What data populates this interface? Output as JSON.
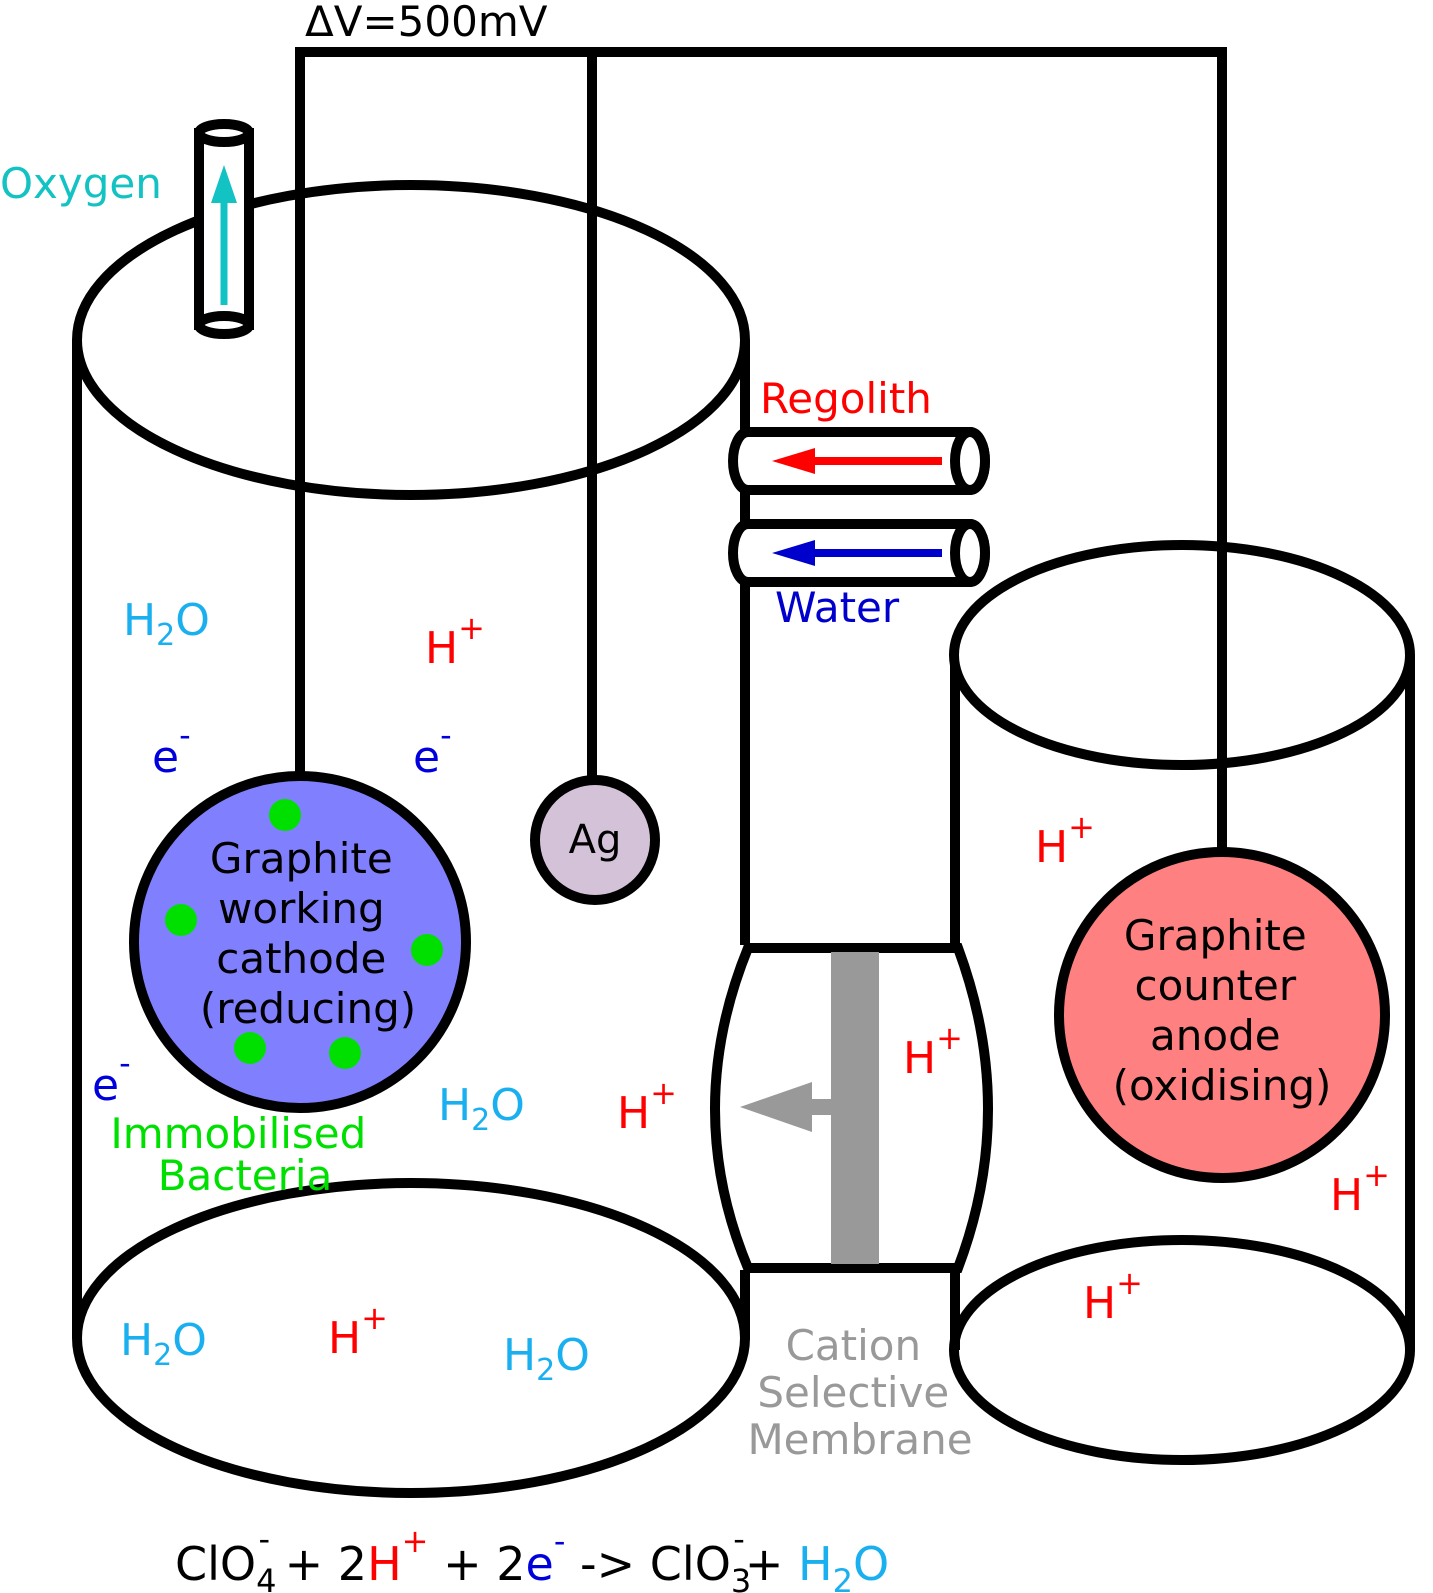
{
  "voltage": "ΔV=500mV",
  "labels": {
    "oxygen": "Oxygen",
    "regolith": "Regolith",
    "water": "Water",
    "ag": "Ag",
    "cathode": [
      "Graphite",
      "working",
      "cathode",
      "(reducing)"
    ],
    "anode": [
      "Graphite",
      "counter",
      "anode",
      "(oxidising)"
    ],
    "bacteria": [
      "Immobilised",
      "Bacteria"
    ],
    "membrane": [
      "Cation",
      "Selective",
      "Membrane"
    ]
  },
  "chem": {
    "h2o_main": "H",
    "h2o_sub": "2",
    "h2o_o": "O",
    "hplus_main": "H",
    "hplus_sup": "+",
    "e_main": "e",
    "e_sup": "-"
  },
  "equation": {
    "p1": "ClO",
    "p1_sub": "4",
    "p1_sup": "-",
    "p2": " + 2",
    "p3": "H",
    "p3_sup": "+",
    "p4": " + 2",
    "p5": "e",
    "p5_sup": "-",
    "p6": " -> ClO",
    "p6_sub": "3",
    "p6_sup": "-",
    "p7": "+ ",
    "p8": "H",
    "p8_sub": "2",
    "p8_o": "O"
  },
  "colors": {
    "h2o": "#1ab0f0",
    "hplus": "#ff0000",
    "electron": "#0000dd",
    "oxygen": "#13c2c2",
    "bacteria": "#00e000",
    "membrane": "#999999",
    "cathode_fill": "#8080ff",
    "anode_fill": "#ff8080",
    "ag_fill": "#d3c2d8",
    "regolith": "#ff0000",
    "water": "#0000cc"
  }
}
